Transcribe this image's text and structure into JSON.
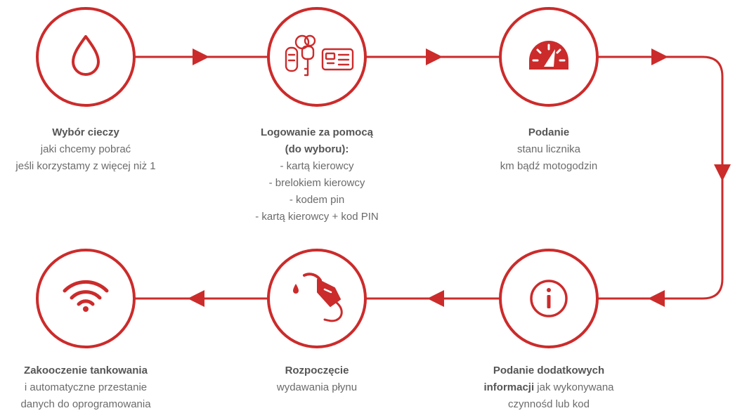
{
  "colors": {
    "accent": "#cc2b2b",
    "text": "#6b6b6b",
    "title": "#555555",
    "background": "#ffffff"
  },
  "steps": [
    {
      "icon": "drop-icon",
      "title": "Wybór cieczy",
      "lines": [
        "jaki chcemy pobrać",
        "jeśli korzystamy z więcej niż 1"
      ]
    },
    {
      "icon": "keys-and-card-icon",
      "title": "Logowanie za pomocą",
      "title2": "(do wyboru):",
      "lines": [
        "- kartą kierowcy",
        "- brelokiem kierowcy",
        "- kodem pin",
        "- kartą kierowcy + kod PIN"
      ]
    },
    {
      "icon": "speedometer-icon",
      "title": "Podanie",
      "lines": [
        "stanu licznika",
        "km bądź motogodzin"
      ]
    },
    {
      "icon": "info-icon",
      "title": "Podanie dodatkowych",
      "bold_inline": "informacji",
      "inline_rest": " jak wykonywana",
      "lines": [
        "czynnośd lub kod"
      ]
    },
    {
      "icon": "fuel-nozzle-icon",
      "title": "Rozpoczęcie",
      "lines": [
        "wydawania płynu"
      ]
    },
    {
      "icon": "wifi-icon",
      "title": "Zakooczenie tankowania",
      "lines": [
        "i automatyczne przestanie",
        "danych do oprogramowania"
      ]
    }
  ]
}
